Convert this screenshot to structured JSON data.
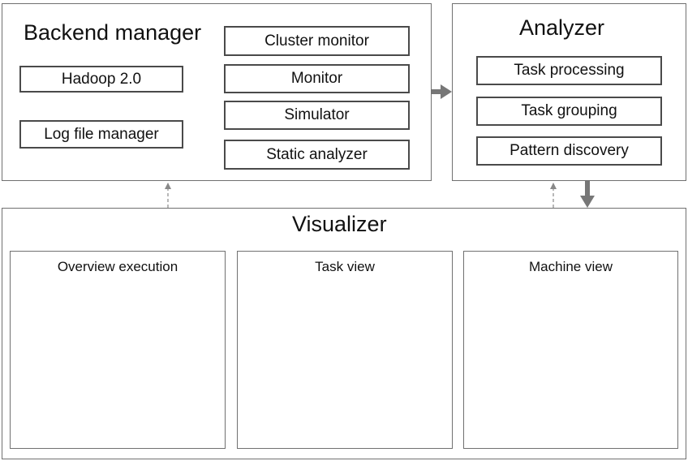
{
  "backend": {
    "title": "Backend manager",
    "hadoop": "Hadoop 2.0",
    "log_manager": "Log file manager",
    "cluster_monitor": "Cluster monitor",
    "monitor": "Monitor",
    "simulator": "Simulator",
    "static_analyzer": "Static analyzer"
  },
  "analyzer": {
    "title": "Analyzer",
    "items": [
      "Task processing",
      "Task grouping",
      "Pattern discovery"
    ]
  },
  "visualizer": {
    "title": "Visualizer",
    "panels": [
      "Overview execution",
      "Task view",
      "Machine view"
    ]
  },
  "colors": {
    "box_border": "#4a4a4a",
    "container_border": "#707070",
    "arrow": "#707070"
  }
}
